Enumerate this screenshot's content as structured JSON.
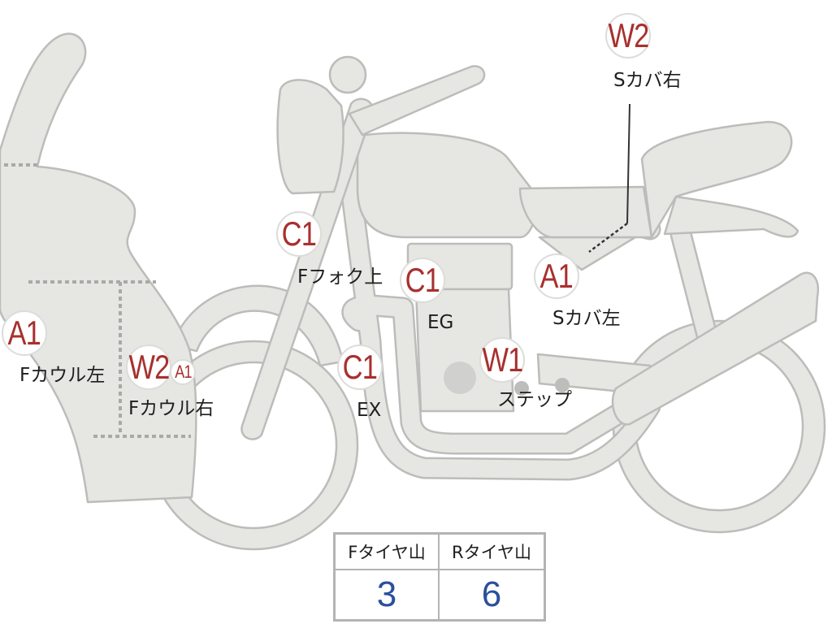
{
  "labels": [
    {
      "code": "W2",
      "text": "Sカバ右"
    },
    {
      "code": "C1",
      "text": "Fフォク上"
    },
    {
      "code": "C1",
      "text": "EG"
    },
    {
      "code": "A1",
      "text": "Sカバ左"
    },
    {
      "code": "A1",
      "text": "Fカウル左"
    },
    {
      "code": "W2",
      "extra_code": "A1",
      "text": "Fカウル右"
    },
    {
      "code": "C1",
      "text": "EX"
    },
    {
      "code": "W1",
      "text": "ステップ"
    }
  ],
  "tire_table": {
    "headers": [
      "Fタイヤ山",
      "Rタイヤ山"
    ],
    "values": [
      "3",
      "6"
    ]
  },
  "colors": {
    "code_red": "#a8302e",
    "value_blue": "#2b4f9e",
    "bike_fill": "#e6e6e3",
    "bike_outline": "#bcbcba"
  }
}
